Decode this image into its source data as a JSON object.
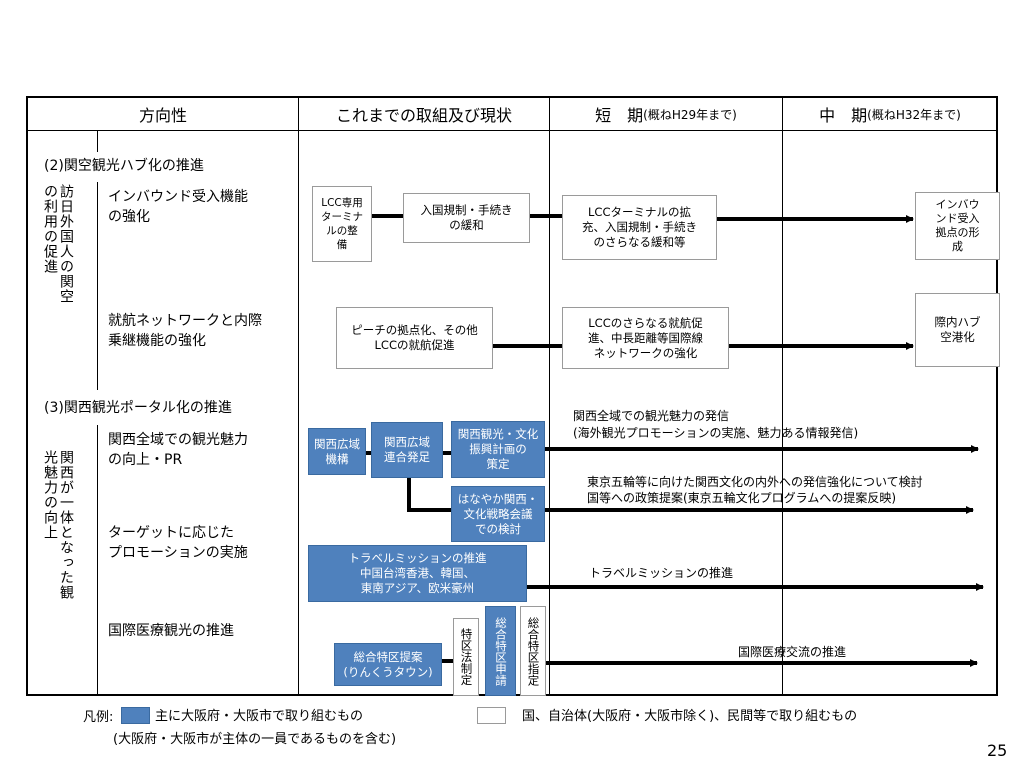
{
  "header": {
    "direction": "方向性",
    "current": "これまでの取組及び現状",
    "short_term": "短　期",
    "short_term_period": "(概ねH29年まで)",
    "mid_term": "中　期",
    "mid_term_period": "(概ねH32年まで)"
  },
  "section2": {
    "title": "(2)関空観光ハブ化の推進",
    "vertical_heading": "訪日外国人の関空の利用の促進",
    "items": [
      "インバウンド受入機能の強化",
      "就航ネットワークと内際乗継機能の強化"
    ],
    "boxes": {
      "lcc_terminal": "LCC専用ターミナルの整備",
      "immigration": "入国規制・手続きの緩和",
      "lcc_expand": "LCCターミナルの拡充、入国規制・手続きのさらなる緩和等",
      "inbound_base": "インバウンド受入拠点の形成",
      "peach": "ピーチの拠点化、その他LCCの就航促進",
      "lcc_more": "LCCのさらなる就航促進、中長距離等国際線ネットワークの強化",
      "hub": "際内ハブ空港化"
    }
  },
  "section3": {
    "title": "(3)関西観光ポータル化の推進",
    "vertical_heading": "関西が一体となった観光魅力の向上",
    "items": [
      "関西全域での観光魅力の向上・PR",
      "ターゲットに応じたプロモーションの実施",
      "国際医療観光の推進"
    ],
    "boxes": {
      "kansai_org": "関西広域機構",
      "kansai_union": "関西広域連合発足",
      "kansai_plan": "関西観光・文化振興計画の策定",
      "hanayaka": "はなやか関西・文化戦略会議での検討",
      "travel_mission": "トラベルミッションの推進 中国台湾香港、韓国、東南アジア、欧米豪州",
      "special_zone": "総合特区提案（りんくうタウン）",
      "zone_law": "特区法制定",
      "zone_apply": "総合特区申請",
      "zone_designate": "総合特区指定"
    },
    "notes": {
      "attraction1": "関西全域での観光魅力の発信",
      "attraction2": "(海外観光プロモーションの実施、魅力ある情報発信)",
      "olympics1": "東京五輪等に向けた関西文化の内外への発信強化について検討",
      "olympics2": "国等への政策提案(東京五輪文化プログラムへの提案反映)",
      "travel": "トラベルミッションの推進",
      "medical": "国際医療交流の推進"
    }
  },
  "legend": {
    "label": "凡例:",
    "blue": "主に大阪府・大阪市で取り組むもの",
    "blue_sub": "(大阪府・大阪市が主体の一員であるものを含む)",
    "white": "国、自治体(大阪府・大阪市除く)、民間等で取り組むもの",
    "blue_color": "#4f81bd",
    "white_color": "#ffffff"
  },
  "page_number": "25"
}
